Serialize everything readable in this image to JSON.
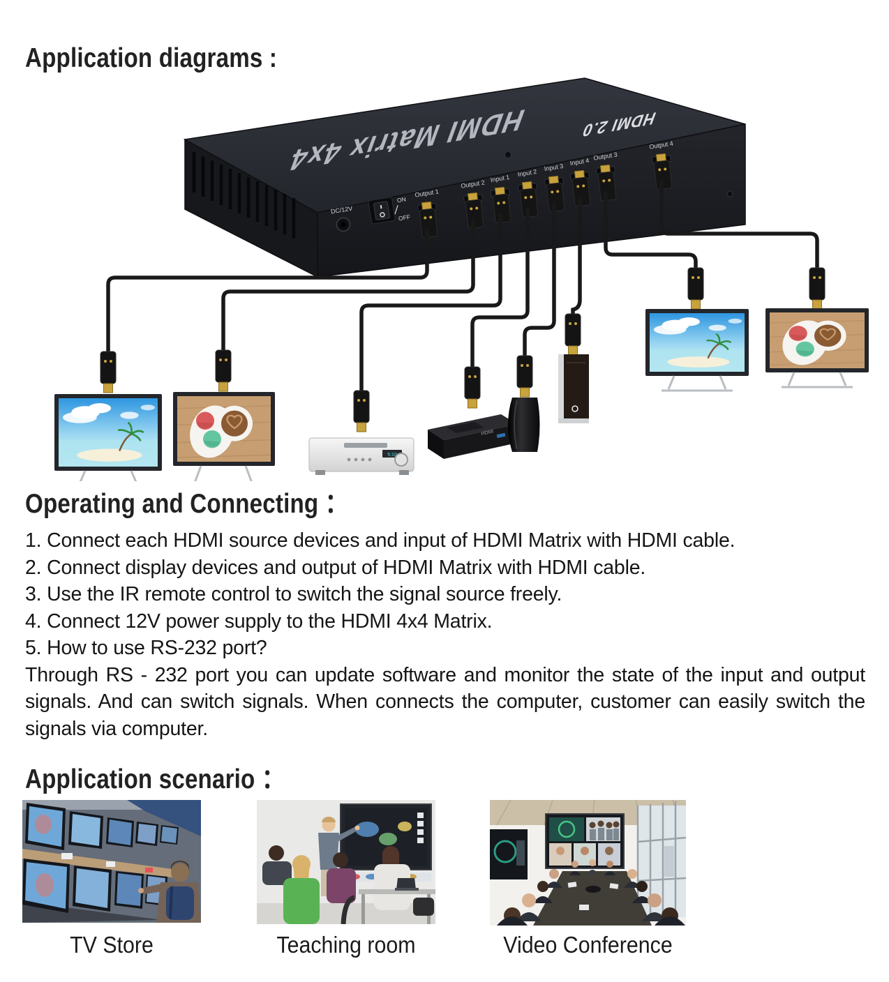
{
  "page": {
    "background": "#ffffff"
  },
  "headings": {
    "diagrams": "Application diagrams :",
    "operating": "Operating and Connecting ：",
    "scenario": "Application scenario ："
  },
  "operating": {
    "steps": [
      "1. Connect each HDMI source devices and input of HDMI Matrix with HDMI cable.",
      "2. Connect display devices and output of HDMI Matrix with HDMI cable.",
      "3. Use the IR remote control to switch the signal source freely.",
      "4. Connect 12V power supply to the HDMI 4x4 Matrix.",
      "5. How to use RS-232 port?"
    ],
    "paragraph": "Through RS - 232 port you can update software and monitor the state of the input and output signals. And can switch signals. When connects the computer, customer can easily switch the signals via computer."
  },
  "device": {
    "top_label": "HDMI Matrix 4x4",
    "badge": "HDMI 2.0",
    "dc_label": "DC/12V",
    "switch_on": "ON",
    "switch_off": "OFF",
    "ports": [
      "Output 1",
      "Output 2",
      "Input 1",
      "Input 2",
      "Input 3",
      "Input 4",
      "Output 3",
      "Output 4"
    ]
  },
  "diagram_icons": {
    "displays": [
      "tv-beach-left",
      "tv-coffee-left",
      "tv-beach-right",
      "tv-coffee-right"
    ],
    "sources": [
      "dvd-player",
      "set-top-box",
      "game-console",
      "pc-tower"
    ]
  },
  "colors": {
    "cable": "#191919",
    "connector_gold": "#c8a23c",
    "device_body": "#1d1f24",
    "accent_sky": "#2e96e0",
    "accent_wood": "#c79e72"
  },
  "scenarios": [
    {
      "caption": "TV Store"
    },
    {
      "caption": "Teaching room"
    },
    {
      "caption": "Video Conference"
    }
  ]
}
